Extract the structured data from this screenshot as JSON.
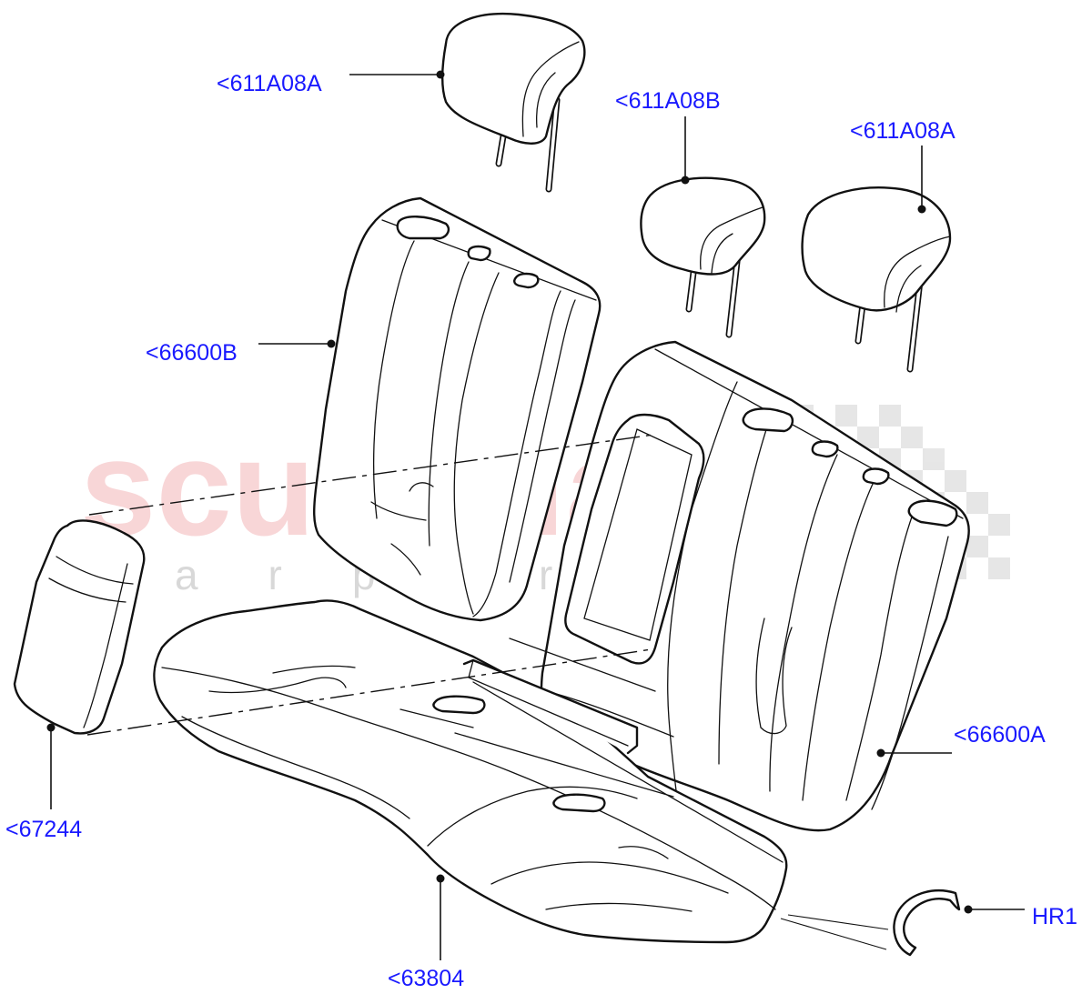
{
  "watermark": {
    "brand": "scuderia",
    "tagline": "c a r   p a r t s",
    "brand_color": "#f3b5b8"
  },
  "callout_color": "#1a1aff",
  "callouts": [
    {
      "id": "headrest-left",
      "label": "<611A08A"
    },
    {
      "id": "headrest-center",
      "label": "<611A08B"
    },
    {
      "id": "headrest-right",
      "label": "<611A08A"
    },
    {
      "id": "backrest-left",
      "label": "<66600B"
    },
    {
      "id": "backrest-right",
      "label": "<66600A"
    },
    {
      "id": "armrest",
      "label": "<67244"
    },
    {
      "id": "cushion",
      "label": "<63804"
    },
    {
      "id": "clip",
      "label": "HR1"
    }
  ]
}
